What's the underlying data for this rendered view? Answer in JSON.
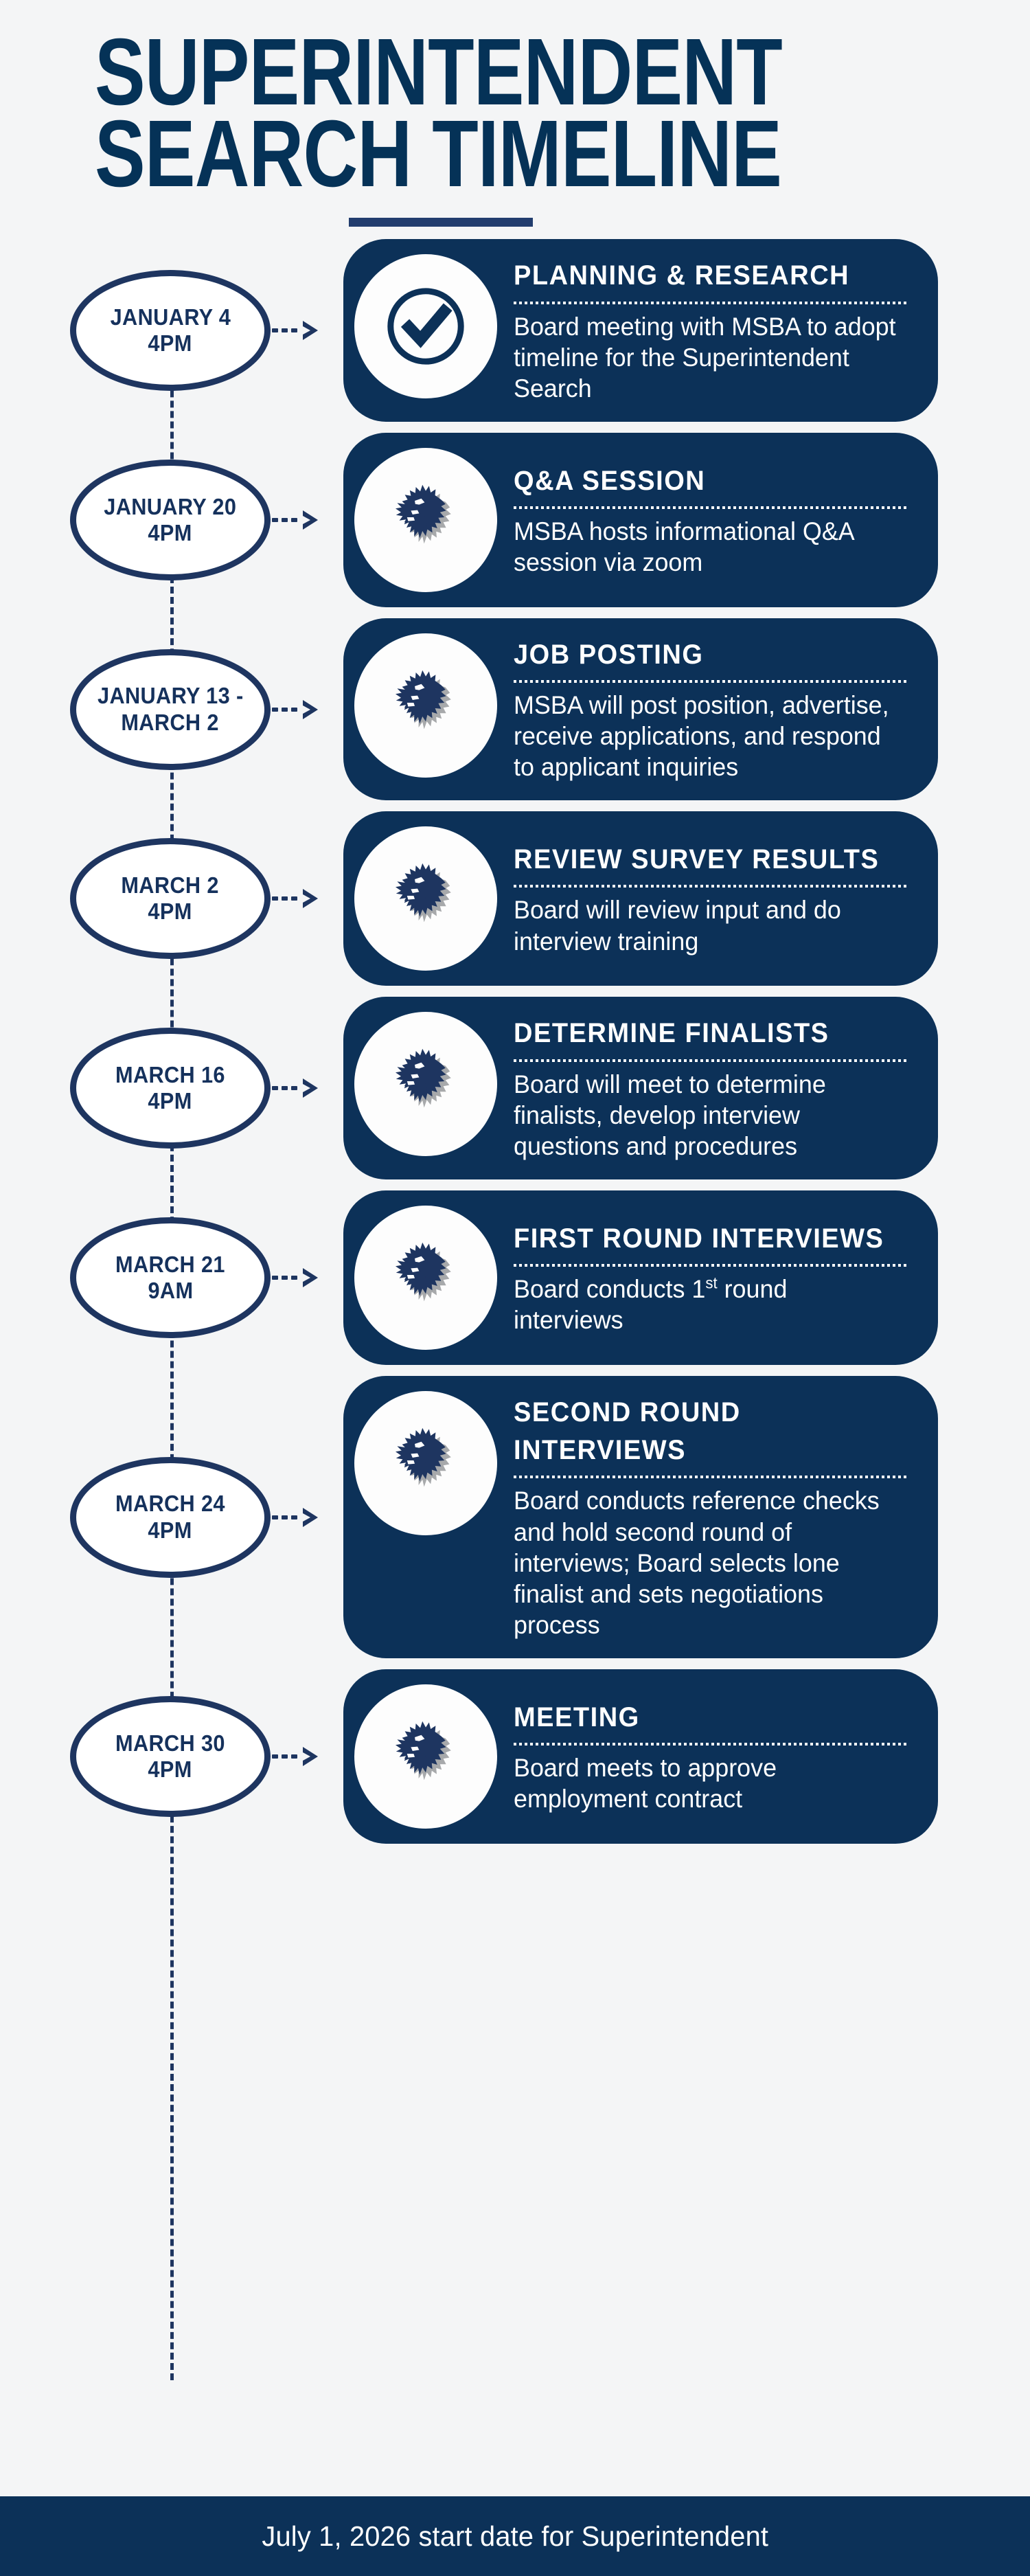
{
  "colors": {
    "background": "#f4f5f6",
    "navy_dark": "#0c3158",
    "navy_title": "#053257",
    "navy_outline": "#1e3560",
    "accent_rule": "#223d6e",
    "logo_gray": "#a7a9ab",
    "white": "#ffffff"
  },
  "header": {
    "title_line1": "SUPERINTENDENT",
    "title_line2": "SEARCH TIMELINE"
  },
  "timeline": {
    "items": [
      {
        "date_line1": "JANUARY 4",
        "date_line2": "4PM",
        "icon": "check-circle-icon",
        "title": "PLANNING & RESEARCH",
        "description": "Board meeting with MSBA to adopt timeline for the Superintendent Search"
      },
      {
        "date_line1": "JANUARY 20",
        "date_line2": "4PM",
        "icon": "wolf-head-logo-icon",
        "title": "Q&A SESSION",
        "description": "MSBA hosts informational Q&A session via zoom"
      },
      {
        "date_line1": "JANUARY 13 -",
        "date_line2": "MARCH 2",
        "icon": "wolf-head-logo-icon",
        "title": "JOB POSTING",
        "description": "MSBA will post position, advertise, receive applications, and respond to applicant inquiries"
      },
      {
        "date_line1": "MARCH 2",
        "date_line2": "4PM",
        "icon": "wolf-head-logo-icon",
        "title": "REVIEW SURVEY RESULTS",
        "description": "Board will review input and do interview training"
      },
      {
        "date_line1": "MARCH 16",
        "date_line2": "4PM",
        "icon": "wolf-head-logo-icon",
        "title": "DETERMINE FINALISTS",
        "description": "Board will meet to determine finalists, develop interview questions and procedures"
      },
      {
        "date_line1": "MARCH 21",
        "date_line2": "9AM",
        "icon": "wolf-head-logo-icon",
        "title": "FIRST ROUND INTERVIEWS",
        "description_html": "Board conducts 1<sup>st</sup> round interviews",
        "description": "Board conducts 1st round interviews"
      },
      {
        "date_line1": "MARCH 24",
        "date_line2": "4PM",
        "icon": "wolf-head-logo-icon",
        "title": "SECOND ROUND INTERVIEWS",
        "description": "Board conducts reference checks and hold second round of interviews; Board selects lone finalist and sets negotiations process"
      },
      {
        "date_line1": "MARCH 30",
        "date_line2": "4PM",
        "icon": "wolf-head-logo-icon",
        "title": "MEETING",
        "description": "Board meets to approve employment contract"
      }
    ]
  },
  "footer": {
    "text": "July 1, 2026 start date for Superintendent"
  }
}
